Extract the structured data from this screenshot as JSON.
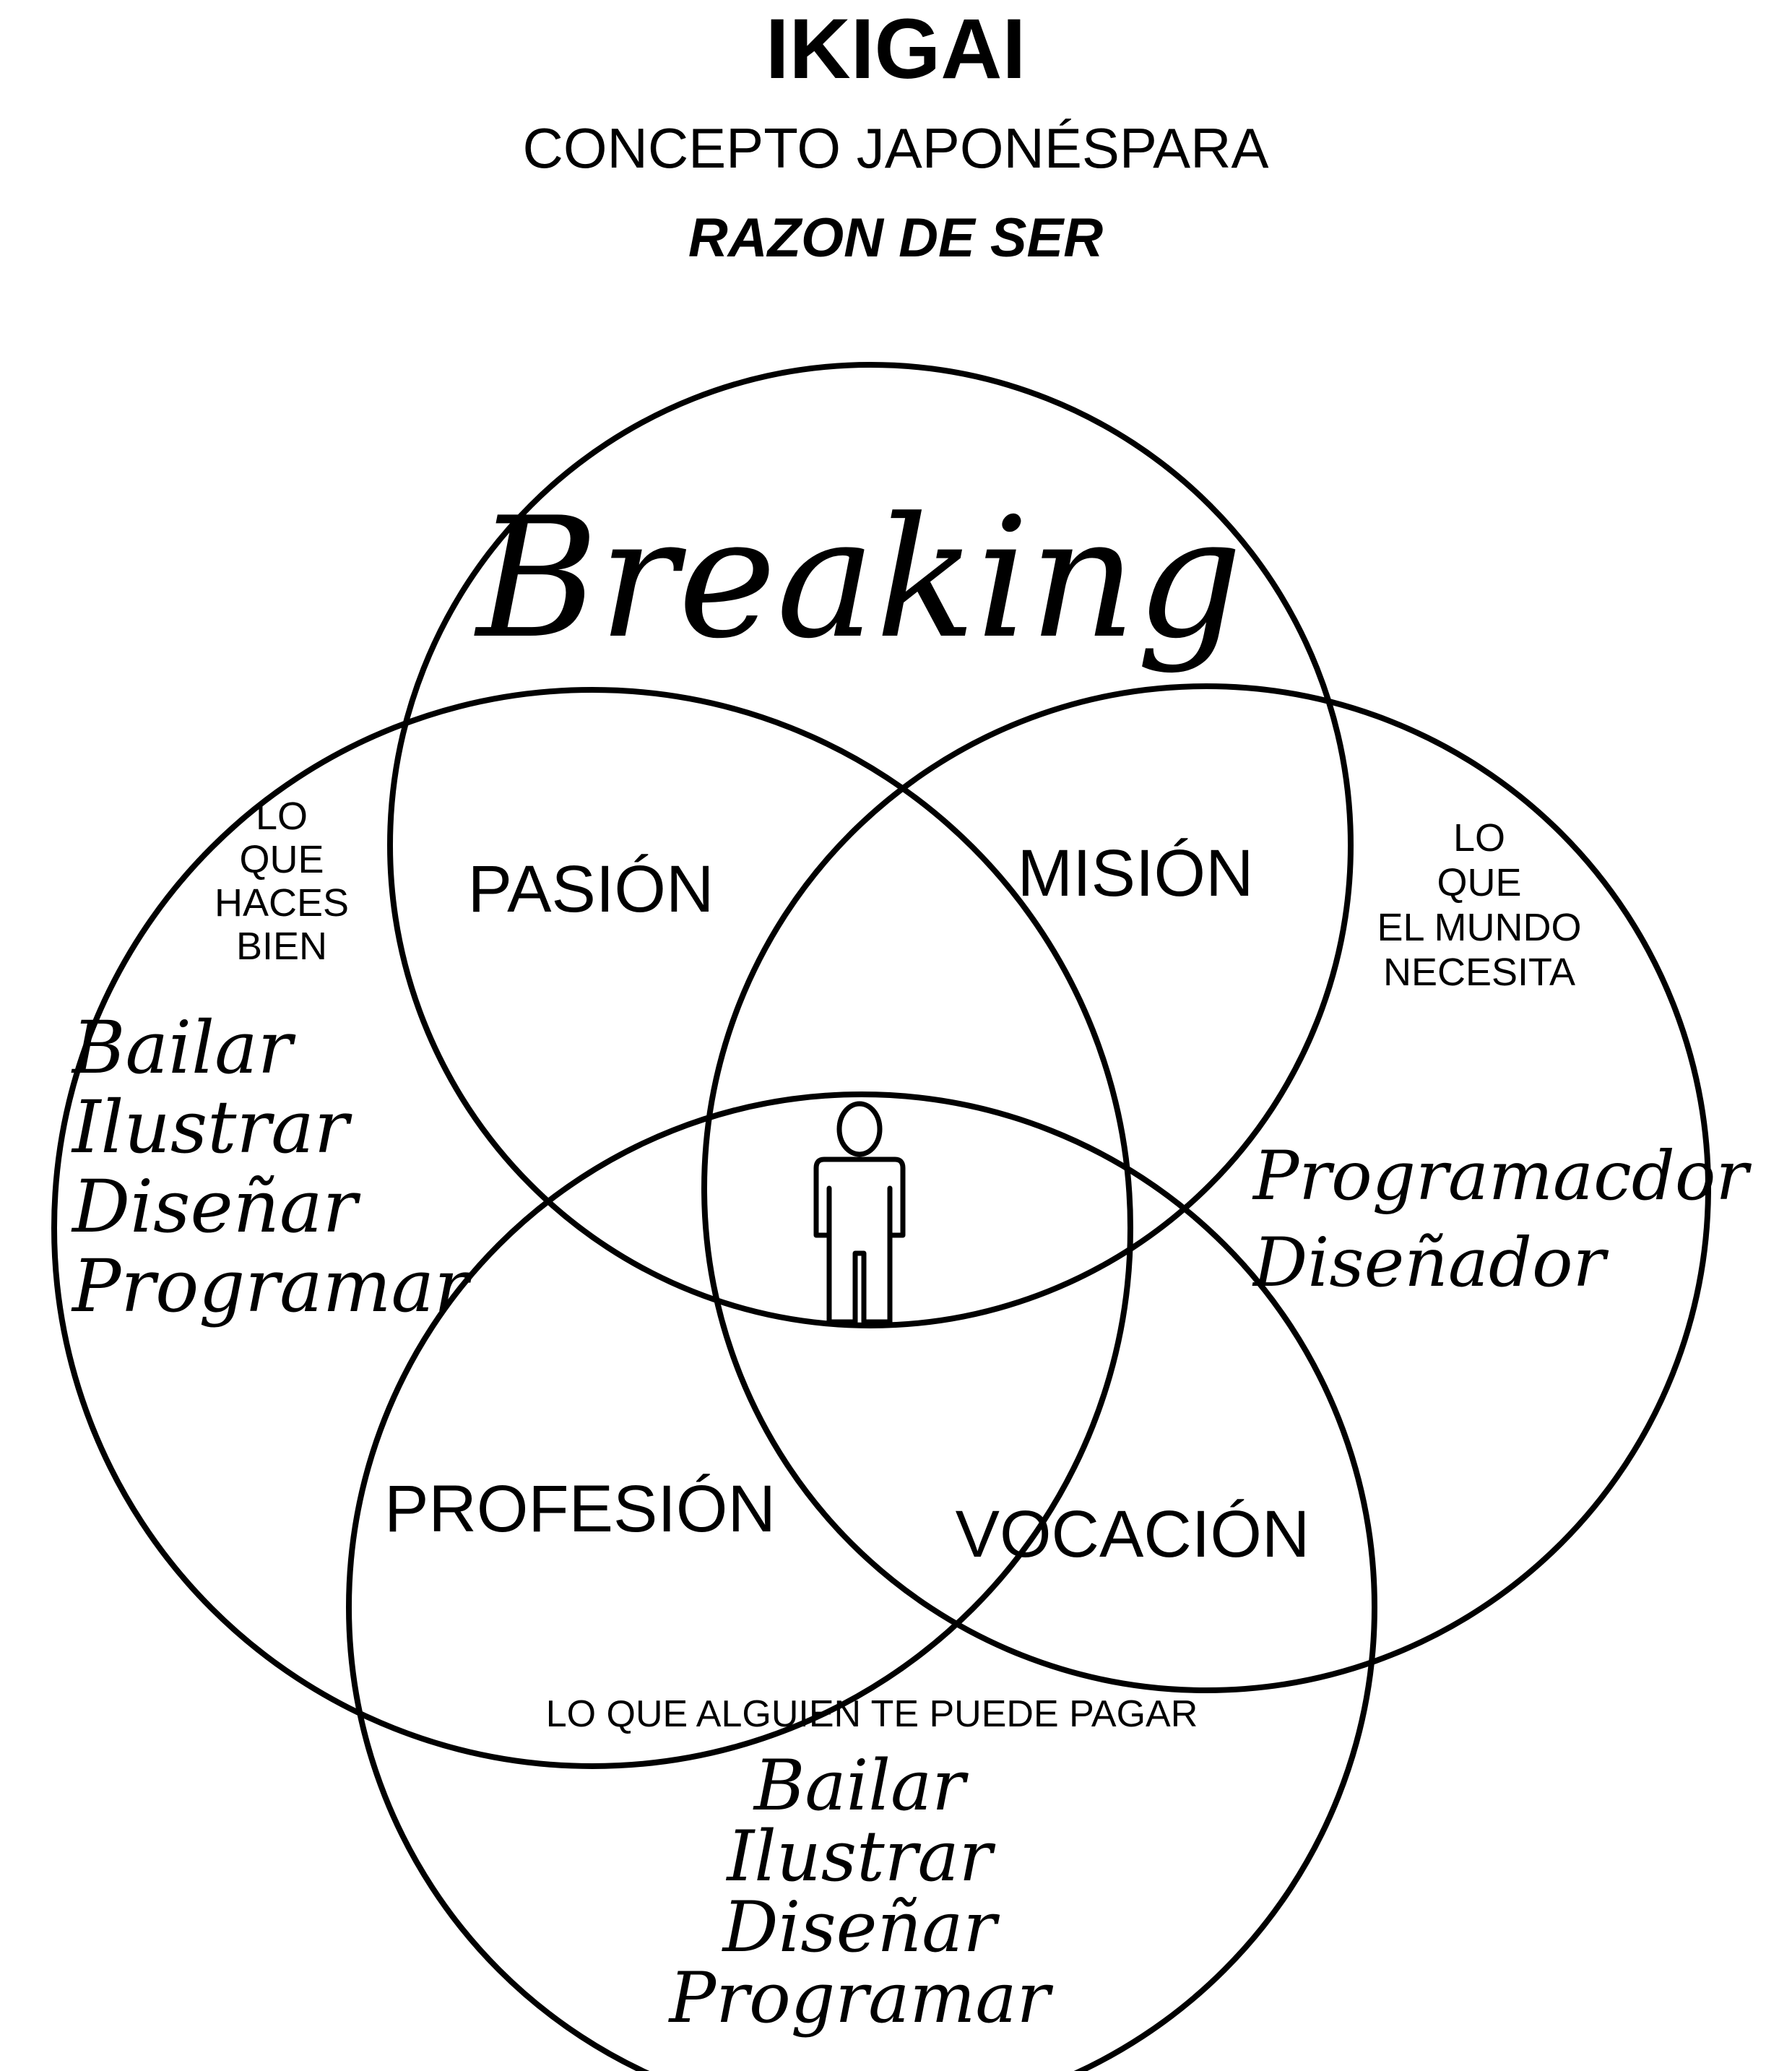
{
  "header": {
    "title": "IKIGAI",
    "subtitle": "CONCEPTO JAPONÉSPARA",
    "tagline": "RAZON DE SER"
  },
  "circles": {
    "top": {
      "word": "Breaking"
    },
    "left": {
      "label_lines": [
        "LO",
        "QUE",
        "HACES",
        "BIEN"
      ],
      "items": [
        "Bailar",
        "Ilustrar",
        "Diseñar",
        "Programar"
      ]
    },
    "right": {
      "label_lines": [
        "LO",
        "QUE",
        "EL MUNDO",
        "NECESITA"
      ],
      "items": [
        "Programacdor",
        "Diseñador"
      ]
    },
    "bottom": {
      "label": "LO QUE ALGUIEN TE PUEDE PAGAR",
      "items": [
        "Bailar",
        "Ilustrar",
        "Diseñar",
        "Programar"
      ]
    }
  },
  "intersections": {
    "pasion": "PASIÓN",
    "mision": "MISIÓN",
    "profesion": "PROFESIÓN",
    "vocacion": "VOCACIÓN"
  },
  "center": {
    "icon": "person-icon"
  },
  "colors": {
    "stroke": "#000000",
    "background": "#ffffff"
  }
}
